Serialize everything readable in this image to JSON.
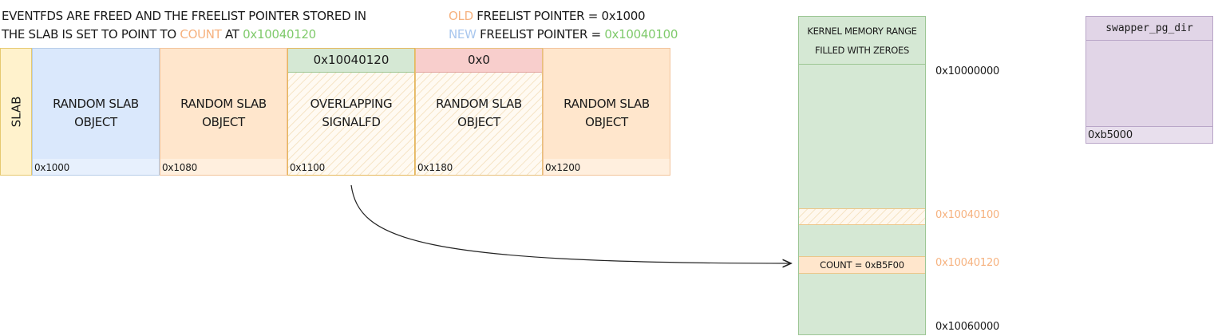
{
  "header": {
    "line1": "EVENTFDS ARE FREED AND THE FREELIST POINTER STORED IN",
    "line2_prefix": "THE SLAB IS SET TO POINT TO ",
    "line2_count": "COUNT",
    "line2_at": " AT ",
    "line2_addr": "0x10040120"
  },
  "freelist": {
    "old_word": "OLD",
    "old_rest": " FREELIST POINTER = 0x1000",
    "new_word": "NEW",
    "new_rest": " FREELIST POINTER = ",
    "new_addr": "0x10040100"
  },
  "slab": {
    "label": "SLAB",
    "cells": [
      {
        "line1": "RANDOM SLAB",
        "line2": "OBJECT",
        "addr": "0x1000",
        "top": ""
      },
      {
        "line1": "RANDOM SLAB",
        "line2": "OBJECT",
        "addr": "0x1080",
        "top": ""
      },
      {
        "line1": "OVERLAPPING",
        "line2": "SIGNALFD",
        "addr": "0x1100",
        "top": "0x10040120"
      },
      {
        "line1": "RANDOM SLAB",
        "line2": "OBJECT",
        "addr": "0x1180",
        "top": "0x0"
      },
      {
        "line1": "RANDOM SLAB",
        "line2": "OBJECT",
        "addr": "0x1200",
        "top": ""
      }
    ]
  },
  "kernel_memory": {
    "title_line1": "KERNEL MEMORY RANGE",
    "title_line2": "FILLED WITH ZEROES",
    "addr_start": "0x10000000",
    "addr_new": "0x10040100",
    "count_box": "COUNT = 0xB5F00",
    "addr_count": "0x10040120",
    "addr_end": "0x10060000"
  },
  "swapper": {
    "title": "swapper_pg_dir",
    "addr": "0xb5000"
  },
  "colors": {
    "blue": "#dae8fc",
    "orange": "#ffe6cc",
    "green": "#d5e8d4",
    "red": "#f8cecc",
    "yellow": "#fff2cc",
    "purple": "#e1d5e7"
  }
}
